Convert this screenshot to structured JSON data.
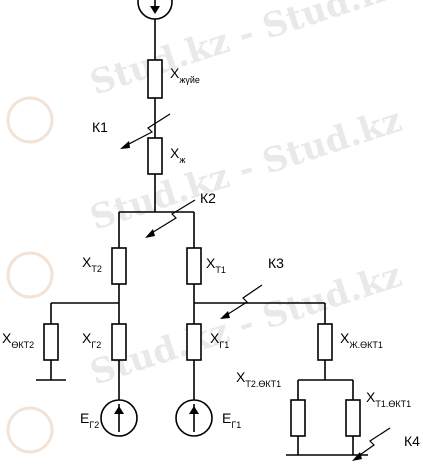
{
  "watermark": {
    "text": "Stud.kz - Stud.kz",
    "color": "#e6e6e6"
  },
  "elements": {
    "x_system": {
      "main": "X",
      "sub": "жүйе"
    },
    "x_line": {
      "main": "X",
      "sub": "ж"
    },
    "x_t2": {
      "main": "X",
      "sub": "Т2"
    },
    "x_t1": {
      "main": "X",
      "sub": "Т1"
    },
    "x_okt2": {
      "main": "X",
      "sub": "ӨКТ2"
    },
    "x_g2": {
      "main": "X",
      "sub": "Г2"
    },
    "x_g1": {
      "main": "X",
      "sub": "Г1"
    },
    "x_line_okt1": {
      "main": "X",
      "sub": "Ж.ӨКТ1"
    },
    "x_t2_okt1": {
      "main": "X",
      "sub": "Т2.ӨКТ1"
    },
    "x_t1_okt1": {
      "main": "X",
      "sub": "Т1.ӨКТ1"
    },
    "e_g2": {
      "main": "E",
      "sub": "Г2"
    },
    "e_g1": {
      "main": "E",
      "sub": "Г1"
    }
  },
  "faults": {
    "k1": "К1",
    "k2": "К2",
    "k3": "К3",
    "k4": "К4"
  },
  "icons": [
    "voltage-source-icon",
    "ground-icon",
    "short-circuit-arrow-icon"
  ]
}
